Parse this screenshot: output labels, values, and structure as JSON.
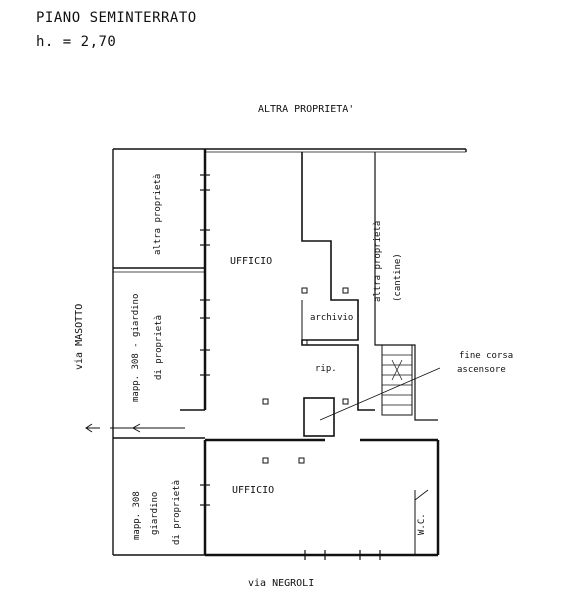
{
  "header": {
    "floor": "PIANO SEMINTERRATO",
    "height": "h. = 2,70"
  },
  "labels": {
    "top_property": "ALTRA PROPRIETA'",
    "street_left": "via MASOTTO",
    "street_bottom": "via NEGROLI",
    "room_left_top": "altra proprietà",
    "room_left_mid_line1": "mapp. 308 - giardino",
    "room_left_mid_line2": "di proprietà",
    "room_left_bottom_line1": "mapp. 308",
    "room_left_bottom_line2": "giardino",
    "room_left_bottom_line3": "di proprietà",
    "office_upper": "UFFICIO",
    "office_lower": "UFFICIO",
    "archive": "archivio",
    "storage": "rip.",
    "right_property_line1": "altra proprietà",
    "right_property_line2": "(cantine)",
    "elevator_line1": "fine corsa",
    "elevator_line2": "ascensore",
    "wc": "W.C."
  }
}
